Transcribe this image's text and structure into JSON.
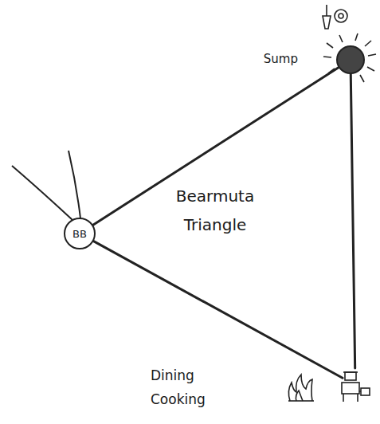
{
  "diagram": {
    "nodes": [
      {
        "text": [
          "Sump"
        ]
      },
      {
        "text": [
          "BB"
        ]
      },
      {
        "text": [
          "Dining Cooking"
        ]
      }
    ],
    "edges": [
      {
        "from": 1,
        "to": 0,
        "arrow": "none"
      },
      {
        "from": 0,
        "to": 2,
        "arrow": "none"
      },
      {
        "from": 2,
        "to": 1,
        "arrow": "none"
      }
    ],
    "labels": [
      "Bearmuta Triangle"
    ]
  }
}
